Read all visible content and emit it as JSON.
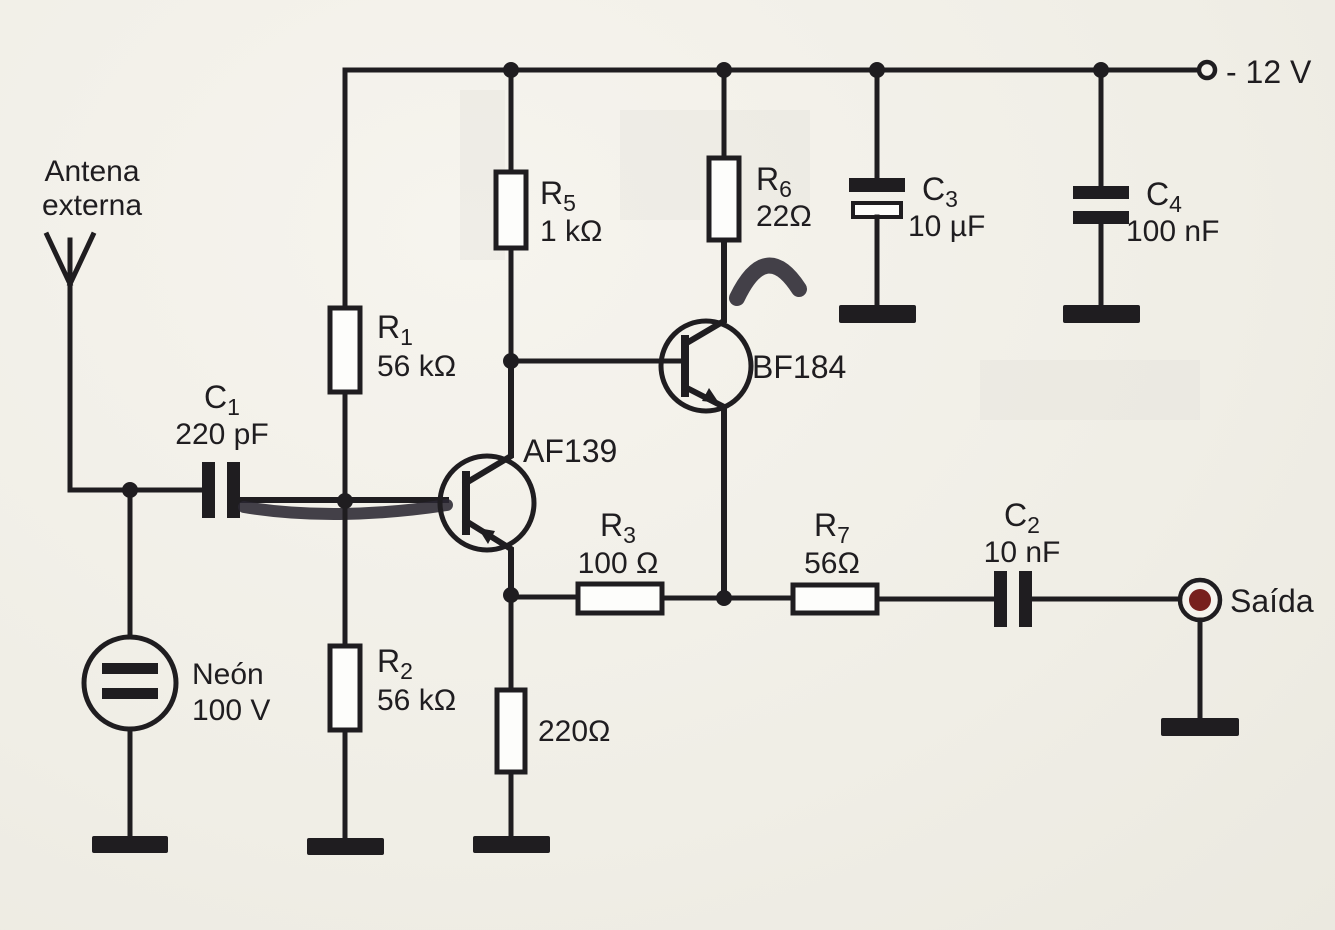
{
  "colors": {
    "ink": "#1f1d20",
    "paper": "#f2f0e9",
    "output_dot": "#77201d"
  },
  "labels": {
    "antenna_line1": "Antena",
    "antenna_line2": "externa",
    "supply": "- 12 V",
    "output": "Saída"
  },
  "components": {
    "r1": {
      "ref": "R",
      "sub": "1",
      "value": "56 kΩ"
    },
    "r2": {
      "ref": "R",
      "sub": "2",
      "value": "56 kΩ"
    },
    "r3": {
      "ref": "R",
      "sub": "3",
      "value": "100 Ω"
    },
    "r5": {
      "ref": "R",
      "sub": "5",
      "value": "1 kΩ"
    },
    "r6": {
      "ref": "R",
      "sub": "6",
      "value": "22Ω"
    },
    "r7": {
      "ref": "R",
      "sub": "7",
      "value": "56Ω"
    },
    "r_emitter": {
      "value": "220Ω"
    },
    "c1": {
      "ref": "C",
      "sub": "1",
      "value": "220 pF"
    },
    "c2": {
      "ref": "C",
      "sub": "2",
      "value": "10 nF"
    },
    "c3": {
      "ref": "C",
      "sub": "3",
      "value": "10 µF"
    },
    "c4": {
      "ref": "C",
      "sub": "4",
      "value": "100 nF"
    },
    "q1": {
      "part": "AF139"
    },
    "q2": {
      "part": "BF184"
    },
    "neon": {
      "name": "Neón",
      "value": "100 V"
    }
  }
}
